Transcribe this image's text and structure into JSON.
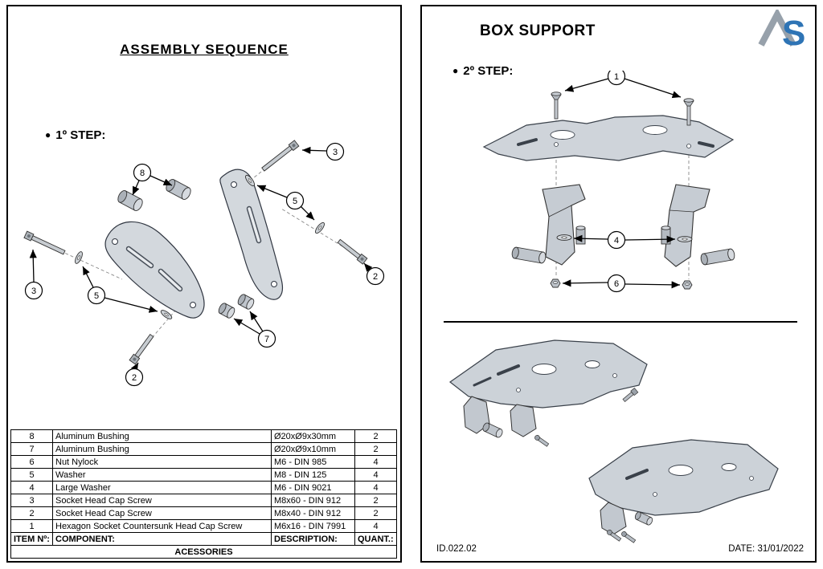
{
  "left_panel": {
    "title": "ASSEMBLY SEQUENCE",
    "step": {
      "bullet": "●",
      "label": "1º STEP:"
    },
    "callouts": {
      "c8": "8",
      "c3_top": "3",
      "c5_right": "5",
      "c2_right": "2",
      "c3_left": "3",
      "c5_left": "5",
      "c7": "7",
      "c2_bottom": "2"
    },
    "table": {
      "rows": [
        {
          "item": "8",
          "component": "Aluminum Bushing",
          "description": "Ø20xØ9x30mm",
          "qty": "2"
        },
        {
          "item": "7",
          "component": "Aluminum Bushing",
          "description": "Ø20xØ9x10mm",
          "qty": "2"
        },
        {
          "item": "6",
          "component": "Nut Nylock",
          "description": "M6 - DIN 985",
          "qty": "4"
        },
        {
          "item": "5",
          "component": "Washer",
          "description": "M8 - DIN 125",
          "qty": "4"
        },
        {
          "item": "4",
          "component": "Large Washer",
          "description": "M6 - DIN 9021",
          "qty": "4"
        },
        {
          "item": "3",
          "component": "Socket Head Cap Screw",
          "description": "M8x60 - DIN 912",
          "qty": "2"
        },
        {
          "item": "2",
          "component": "Socket Head Cap Screw",
          "description": "M8x40 - DIN 912",
          "qty": "2"
        },
        {
          "item": "1",
          "component": "Hexagon Socket Countersunk Head Cap Screw",
          "description": "M6x16 - DIN 7991",
          "qty": "4"
        }
      ],
      "header": {
        "item": "ITEM Nº:",
        "component": "COMPONENT:",
        "description": "DESCRIPTION:",
        "qty": "QUANT.:"
      },
      "category": "ACESSORIES"
    }
  },
  "right_panel": {
    "title": "BOX SUPPORT",
    "logo": {
      "s_letter": "S"
    },
    "step": {
      "bullet": "●",
      "label": "2º STEP:"
    },
    "callouts": {
      "c1": "1",
      "c4": "4",
      "c6": "6"
    },
    "footer": {
      "doc_id": "ID.022.02",
      "date": "DATE: 31/01/2022"
    }
  }
}
